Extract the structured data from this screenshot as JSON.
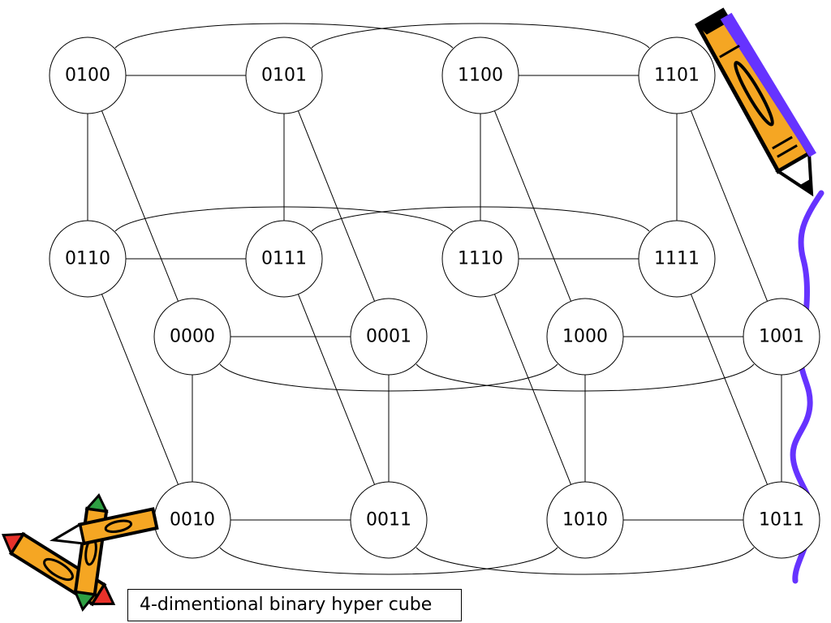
{
  "diagram": {
    "caption": "4-dimentional binary hyper cube",
    "colors": {
      "node_stroke": "#000000",
      "edge_stroke": "#000000",
      "wave": "#6633ff",
      "pencil_body": "#f5a623",
      "pencil_outline": "#000000"
    },
    "nodes": [
      {
        "id": "0100",
        "label": "0100"
      },
      {
        "id": "0101",
        "label": "0101"
      },
      {
        "id": "1100",
        "label": "1100"
      },
      {
        "id": "1101",
        "label": "1101"
      },
      {
        "id": "0110",
        "label": "0110"
      },
      {
        "id": "0111",
        "label": "0111"
      },
      {
        "id": "1110",
        "label": "1110"
      },
      {
        "id": "1111",
        "label": "1111"
      },
      {
        "id": "0000",
        "label": "0000"
      },
      {
        "id": "0001",
        "label": "0001"
      },
      {
        "id": "1000",
        "label": "1000"
      },
      {
        "id": "1001",
        "label": "1001"
      },
      {
        "id": "0010",
        "label": "0010"
      },
      {
        "id": "0011",
        "label": "0011"
      },
      {
        "id": "1010",
        "label": "1010"
      },
      {
        "id": "1011",
        "label": "1011"
      }
    ],
    "edges": [
      [
        "0100",
        "0101"
      ],
      [
        "1100",
        "1101"
      ],
      [
        "0110",
        "0111"
      ],
      [
        "1110",
        "1111"
      ],
      [
        "0000",
        "0001"
      ],
      [
        "1000",
        "1001"
      ],
      [
        "0010",
        "0011"
      ],
      [
        "1010",
        "1011"
      ],
      [
        "0100",
        "0110"
      ],
      [
        "0101",
        "0111"
      ],
      [
        "1100",
        "1110"
      ],
      [
        "1101",
        "1111"
      ],
      [
        "0000",
        "0010"
      ],
      [
        "0001",
        "0011"
      ],
      [
        "1000",
        "1010"
      ],
      [
        "1001",
        "1011"
      ],
      [
        "0100",
        "0000"
      ],
      [
        "0101",
        "0001"
      ],
      [
        "1100",
        "1000"
      ],
      [
        "1101",
        "1001"
      ],
      [
        "0110",
        "0010"
      ],
      [
        "0111",
        "0011"
      ],
      [
        "1110",
        "1010"
      ],
      [
        "1111",
        "1011"
      ],
      [
        "0100",
        "1100"
      ],
      [
        "0101",
        "1101"
      ],
      [
        "0110",
        "1110"
      ],
      [
        "0111",
        "1111"
      ],
      [
        "0000",
        "1000"
      ],
      [
        "0001",
        "1001"
      ],
      [
        "0010",
        "1010"
      ],
      [
        "0011",
        "1011"
      ]
    ],
    "decorations": [
      "pencil-icon",
      "crayon-icon",
      "wave-border"
    ]
  }
}
